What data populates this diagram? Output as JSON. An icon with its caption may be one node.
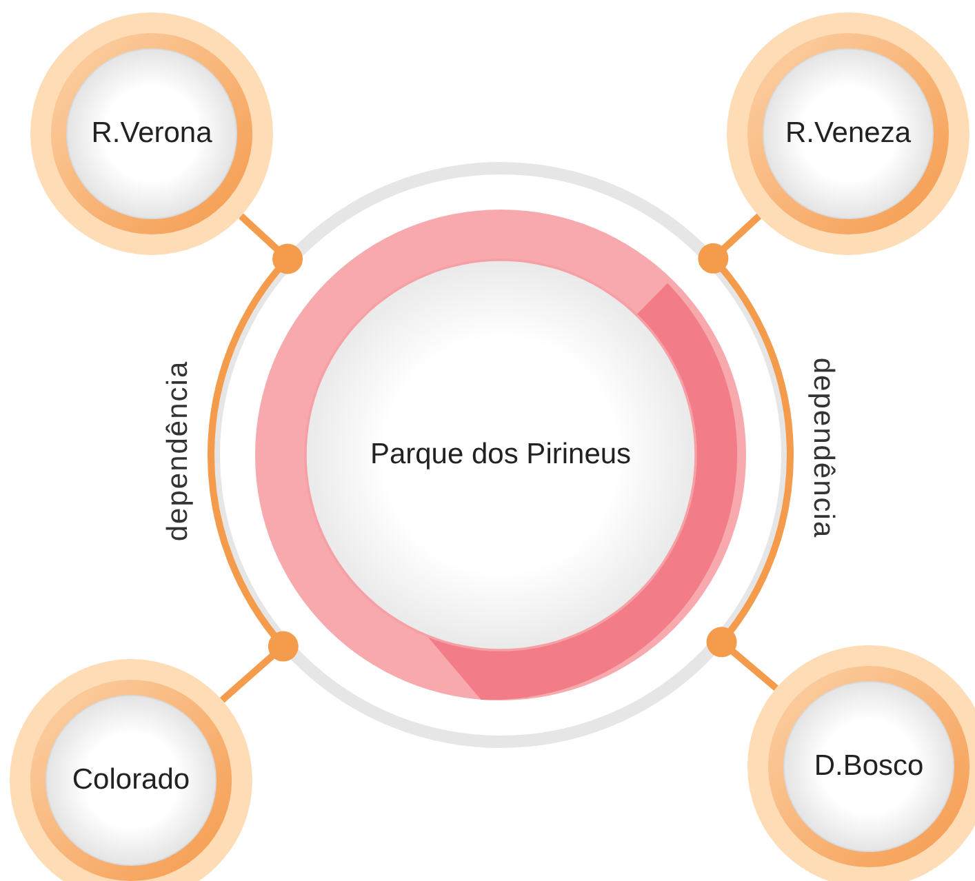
{
  "diagram": {
    "nodes": [
      {
        "text": [
          "Parque dos Pirineus"
        ]
      },
      {
        "text": [
          "R.Verona"
        ]
      },
      {
        "text": [
          "R.Veneza"
        ]
      },
      {
        "text": [
          "Colorado"
        ]
      },
      {
        "text": [
          "D.Bosco"
        ]
      }
    ],
    "edges": [
      {
        "from": 1,
        "to": 3,
        "arrow": "none",
        "label": "dependência"
      },
      {
        "from": 2,
        "to": 4,
        "arrow": "none",
        "label": "dependência"
      }
    ]
  }
}
